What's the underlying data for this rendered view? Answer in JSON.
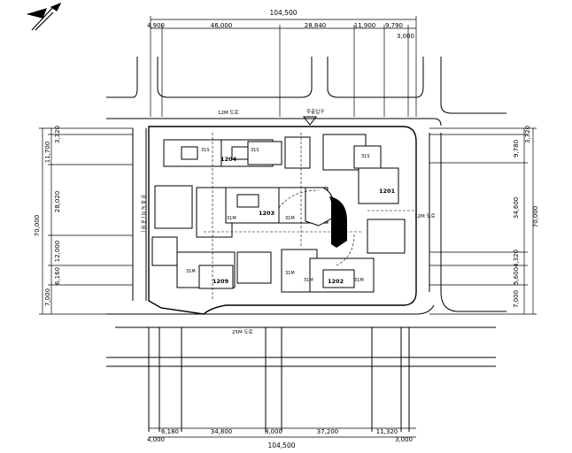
{
  "top_dims": {
    "total": "104,500",
    "d1": "4,900",
    "d2": "46,000",
    "d3": "28,840",
    "d4": "11,900",
    "d5": "9,790",
    "d6": "3,000"
  },
  "bottom_dims": {
    "total": "104,500",
    "d1": "4,000",
    "d2": "6,180",
    "d3": "34,800",
    "d4": "8,000",
    "d5": "37,200",
    "d6": "11,320",
    "d7": "3,000"
  },
  "left_dims": {
    "total": "70,000",
    "d1": "3,320",
    "d2": "11,700",
    "d3": "28,020",
    "d4": "12,000",
    "d5": "6,160",
    "d6": "7,000"
  },
  "right_dims": {
    "total": "70,000",
    "d1": "3,320",
    "d2": "9,780",
    "d3": "34,600",
    "d4": "4,320",
    "d5": "5,600",
    "d6": "7,000"
  },
  "roads": {
    "top": "12M 도로",
    "bottom": "25M 도로",
    "right": "12M 도로",
    "left_vertical": "완 충 녹 지 ( 공 원 )",
    "entrance": "주출입구"
  },
  "buildings": {
    "b1": "1204",
    "b2": "1201",
    "b3": "1203",
    "b4": "1202",
    "b5": "1209",
    "t1": "31S",
    "t2": "31S",
    "t3": "31S",
    "t4": "31M",
    "t5": "31M",
    "t6": "31M",
    "t7": "31M",
    "t8": "31M",
    "t9": "31M"
  }
}
